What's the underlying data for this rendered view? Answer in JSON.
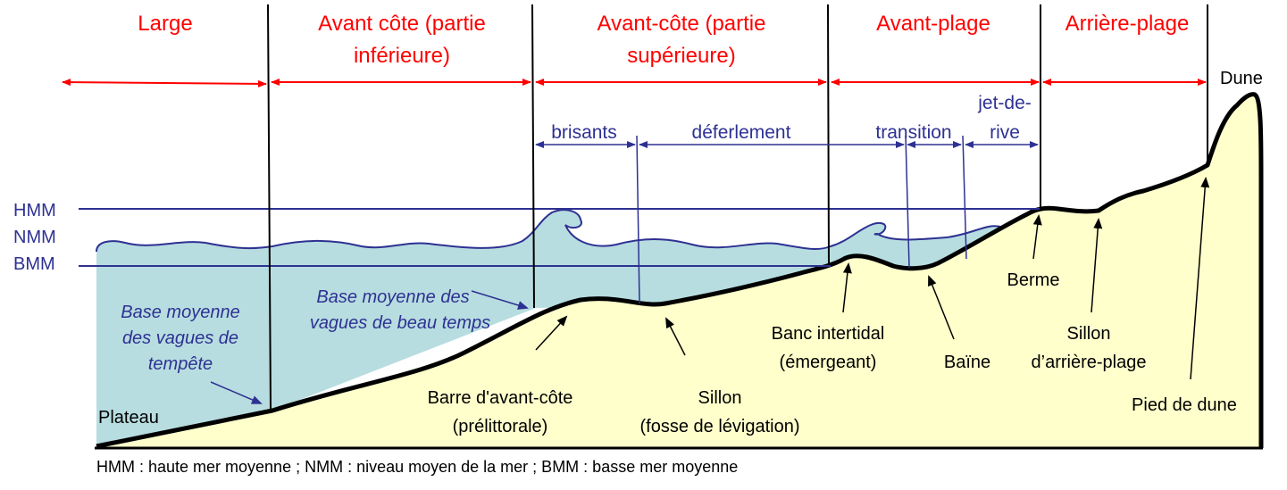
{
  "zones": {
    "large": [
      "Large"
    ],
    "avant_cote_inf": [
      "Avant côte (partie",
      "inférieure)"
    ],
    "avant_cote_sup": [
      "Avant-côte (partie",
      "supérieure)"
    ],
    "avant_plage": [
      "Avant-plage"
    ],
    "arriere_plage": [
      "Arrière-plage"
    ]
  },
  "subzones": {
    "brisants": "brisants",
    "deferlement": "déferlement",
    "transition": "transition",
    "jet_de_rive": [
      "jet-de-",
      "rive"
    ]
  },
  "levels": {
    "hmm": "HMM",
    "nmm": "NMM",
    "bmm": "BMM"
  },
  "features": {
    "dune": "Dune",
    "plateau": "Plateau",
    "barre": [
      "Barre d'avant-côte",
      "(prélittorale)"
    ],
    "sillon": [
      "Sillon",
      "(fosse de lévigation)"
    ],
    "banc": [
      "Banc intertidal",
      "(émergeant)"
    ],
    "baine": "Baïne",
    "berme": "Berme",
    "sillon_arriere": [
      "Sillon",
      "d’arrière-plage"
    ],
    "pied_dune": "Pied de dune"
  },
  "wave_base": {
    "tempete": [
      "Base moyenne",
      "des vagues de",
      "tempête"
    ],
    "beau_temps": [
      "Base moyenne des",
      "vagues de beau temps"
    ]
  },
  "legend": "HMM : haute mer moyenne ; NMM : niveau moyen de la mer ; BMM : basse mer moyenne",
  "colors": {
    "zone_text": "#ff0000",
    "subzone_text": "#2e3192",
    "water": "#b7dde0",
    "sand": "#ffffcc",
    "outline": "#000000"
  }
}
